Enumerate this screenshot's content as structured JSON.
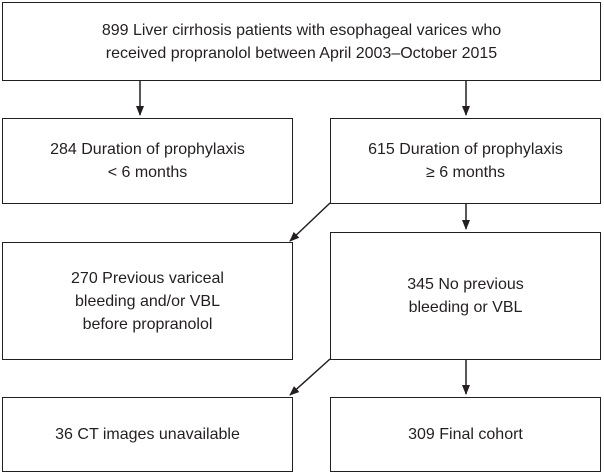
{
  "boxes": {
    "top": {
      "lines": [
        "899 Liver cirrhosis patients with esophageal varices  who",
        "received propranolol between April 2003–October 2015"
      ]
    },
    "short": {
      "lines": [
        "284 Duration of prophylaxis",
        "< 6 months"
      ]
    },
    "long": {
      "lines": [
        "615 Duration of prophylaxis",
        "≥ 6 months"
      ]
    },
    "previous": {
      "lines": [
        "270 Previous variceal",
        "bleeding and/or VBL",
        "before propranolol"
      ]
    },
    "no_previous": {
      "lines": [
        "345 No previous",
        "bleeding or VBL"
      ]
    },
    "ct_unavailable": {
      "lines": [
        "36 CT images unavailable"
      ]
    },
    "final": {
      "lines": [
        "309 Final cohort"
      ]
    }
  }
}
